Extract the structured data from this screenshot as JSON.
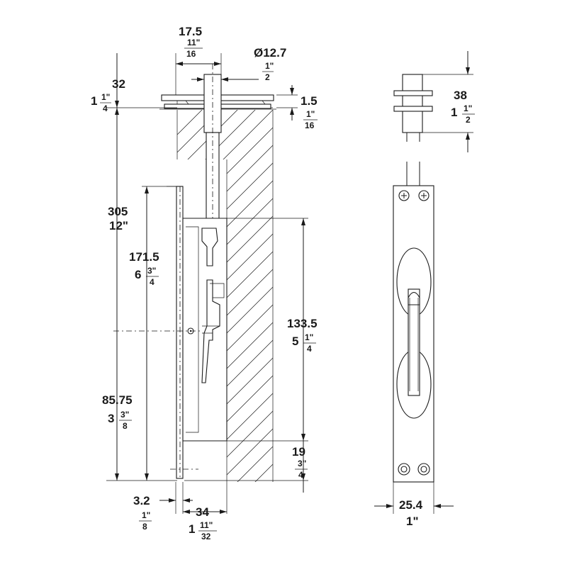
{
  "dimensions": {
    "top_width": {
      "mm": "17.5",
      "in_num": "11\"",
      "in_den": "16"
    },
    "rod_diameter": {
      "mm": "Ø12.7",
      "in_num": "1\"",
      "in_den": "2"
    },
    "plate_offset": {
      "mm": "32",
      "in_whole": "1",
      "in_num": "1\"",
      "in_den": "4"
    },
    "plate_thickness": {
      "mm": "1.5",
      "in_num": "1\"",
      "in_den": "16"
    },
    "total_height": {
      "mm": "305",
      "inch": "12\""
    },
    "upper_height": {
      "mm": "171.5",
      "in_whole": "6",
      "in_num": "3\"",
      "in_den": "4"
    },
    "lower_height": {
      "mm": "85.75",
      "in_whole": "3",
      "in_num": "3\"",
      "in_den": "8"
    },
    "slot_height": {
      "mm": "133.5",
      "in_whole": "5",
      "in_num": "1\"",
      "in_den": "4"
    },
    "slot_bottom": {
      "mm": "19",
      "in_num": "3\"",
      "in_den": "4"
    },
    "face_thickness": {
      "mm": "3.2",
      "in_num": "1\"",
      "in_den": "8"
    },
    "body_depth": {
      "mm": "34",
      "in_whole": "1",
      "in_num": "11\"",
      "in_den": "32"
    },
    "bolt_head": {
      "mm": "38",
      "in_whole": "1",
      "in_num": "1\"",
      "in_den": "2"
    },
    "plate_width": {
      "mm": "25.4",
      "inch": "1\""
    }
  }
}
